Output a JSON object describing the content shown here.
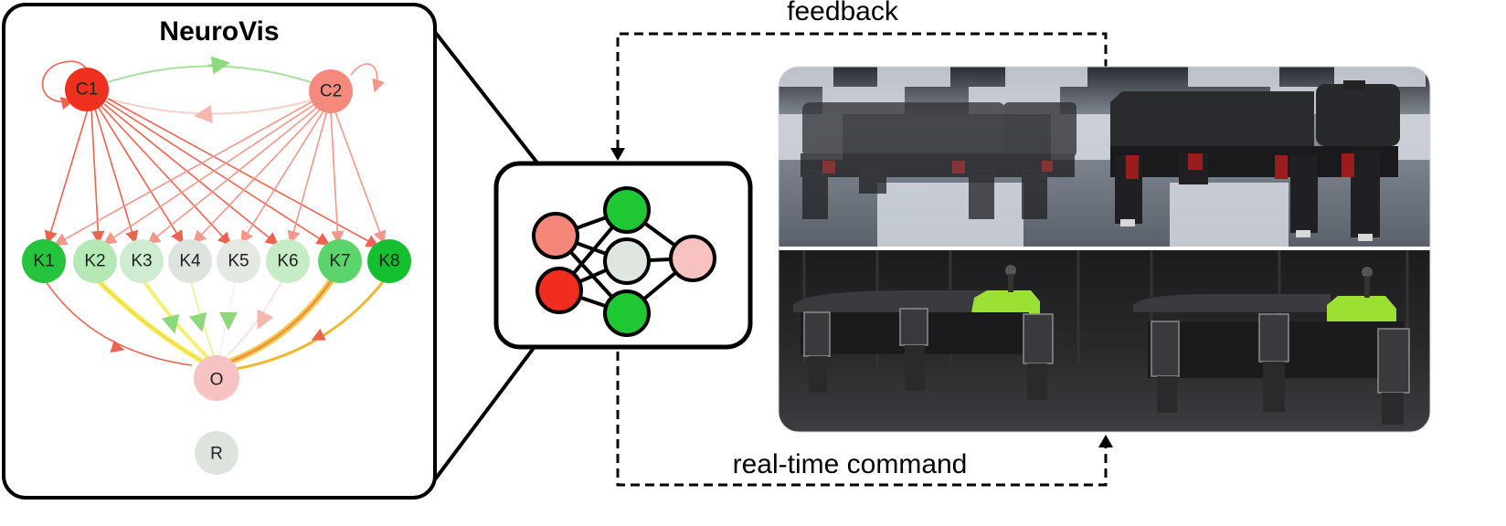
{
  "panel": {
    "title": "NeuroVis"
  },
  "nodes": {
    "C1": {
      "label": "C1",
      "color": "#f0301e"
    },
    "C2": {
      "label": "C2",
      "color": "#f58a7c"
    },
    "K1": {
      "label": "K1",
      "color": "#26c43c"
    },
    "K2": {
      "label": "K2",
      "color": "#b4e8b4"
    },
    "K3": {
      "label": "K3",
      "color": "#d0ecd0"
    },
    "K4": {
      "label": "K4",
      "color": "#dde4dd"
    },
    "K5": {
      "label": "K5",
      "color": "#e3e8e3"
    },
    "K6": {
      "label": "K6",
      "color": "#c6ecc6"
    },
    "K7": {
      "label": "K7",
      "color": "#5cd46c"
    },
    "K8": {
      "label": "K8",
      "color": "#14c030"
    },
    "O": {
      "label": "O",
      "color": "#f6c2c2"
    },
    "R": {
      "label": "R",
      "color": "#dde4dd"
    }
  },
  "labels": {
    "feedback": "feedback",
    "command": "real-time command"
  },
  "colors": {
    "c1_edge": "#ec6450",
    "c2_edge": "#f2988a",
    "output_edge_strong": "#f0c020",
    "output_edge_weak": "#f4f090",
    "recurrent_edge": "#a8e0a0"
  }
}
